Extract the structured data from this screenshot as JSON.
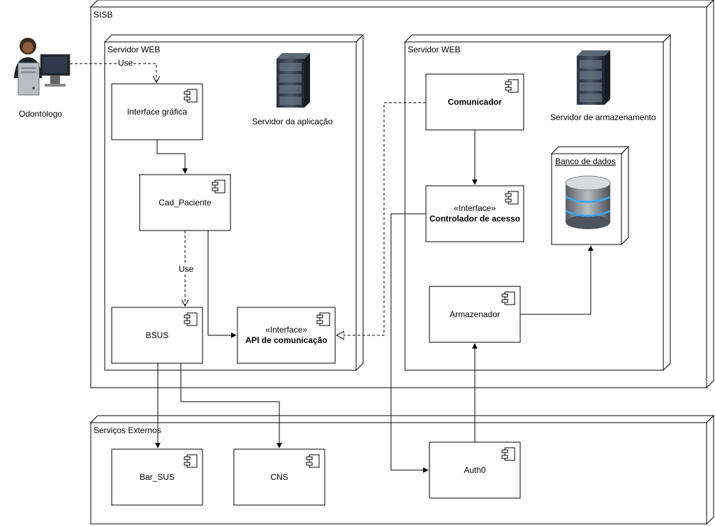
{
  "nodes": {
    "sisb": "SISB",
    "web_server_1": "Servidor WEB",
    "web_server_2": "Servidor WEB",
    "external_services": "Serviços Externos",
    "app_server_caption": "Servidor da aplicação",
    "storage_server_caption": "Servidor de armazenamento",
    "database": "Banco de dados"
  },
  "actor": {
    "label": "Odontólogo"
  },
  "components": {
    "interface_grafica": "Interface gráfica",
    "cad_paciente": "Cad_Paciente",
    "bsus": "BSUS",
    "api_stereotype": "«Interface»",
    "api_name": "API de comunicação",
    "comunicador": "Comunicador",
    "controlador_stereotype": "«Interface»",
    "controlador_name": "Controlador de acesso",
    "armazenador": "Armazenador",
    "bar_sus": "Bar_SUS",
    "cns": "CNS",
    "auth0": "Auth0"
  },
  "edges": {
    "use_actor": "Use",
    "use_cad_bsus": "Use"
  }
}
